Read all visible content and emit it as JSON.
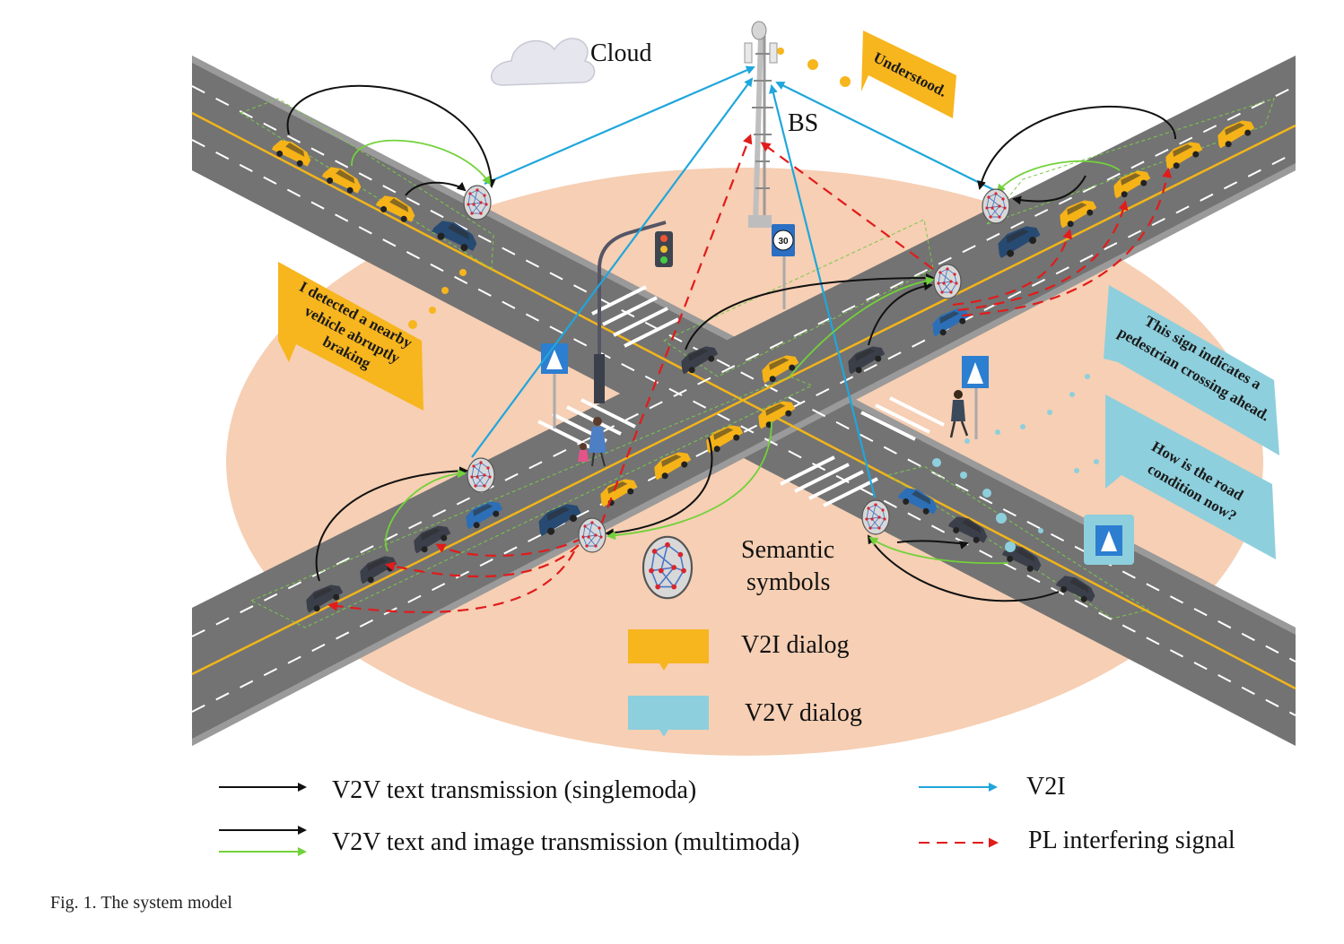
{
  "labels": {
    "cloud": "Cloud",
    "bs": "BS",
    "speed_sign": "30",
    "semantic_symbols_line1": "Semantic",
    "semantic_symbols_line2": "symbols",
    "v2i_dialog": "V2I dialog",
    "v2v_dialog": "V2V dialog"
  },
  "bubbles": {
    "understood": "Understood.",
    "detected_line1": "I detected a nearby",
    "detected_line2": "vehicle abruptly",
    "detected_line3": "braking",
    "sign_line1": "This sign indicates a",
    "sign_line2": "pedestrian crossing ahead.",
    "road_line1": "How is the road",
    "road_line2": "condition now?"
  },
  "legend": {
    "single": "V2V text transmission (singlemoda)",
    "multi": "V2V text and image transmission (multimoda)",
    "v2i": "V2I",
    "pl": "PL interfering signal"
  },
  "caption": "Fig. 1.  The system model",
  "colors": {
    "road": "#707070",
    "road_edge": "#8a8a8a",
    "ground": "#f6cfb4",
    "taxi": "#f5b318",
    "v2i_arrow": "#1fa6dc",
    "pl_arrow": "#e21b1b",
    "multi_arrow": "#72d13a",
    "v2i_bubble": "#f7b51e",
    "v2v_bubble": "#8ecfdd"
  }
}
